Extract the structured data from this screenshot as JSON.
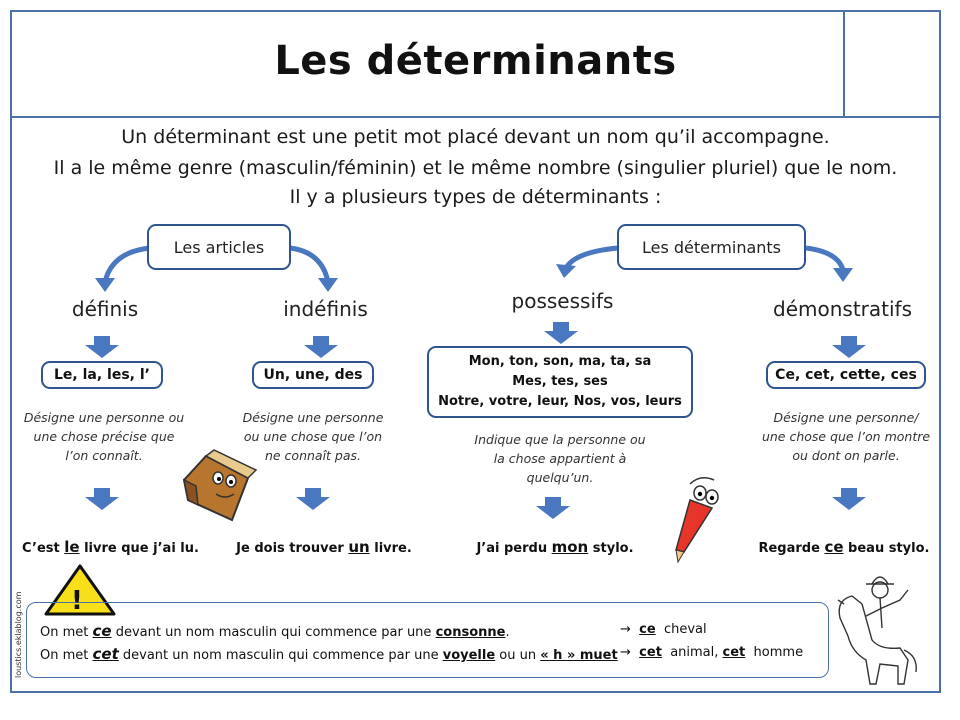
{
  "title": "Les déterminants",
  "intro": [
    "Un déterminant est une petit mot placé devant un nom qu’il accompagne.",
    "Il a le même genre (masculin/féminin) et le même nombre (singulier pluriel) que le nom.",
    "Il y a plusieurs types de déterminants :"
  ],
  "groups": {
    "articles": "Les articles",
    "determinants": "Les déterminants"
  },
  "categories": {
    "definis": {
      "label": "définis",
      "words": "Le, la, les, l’",
      "desc": [
        "Désigne une personne ou",
        "une chose précise que",
        "l’on connaît."
      ],
      "example": {
        "before": "C’est ",
        "key": "le",
        "after": " livre que j’ai lu."
      }
    },
    "indefinis": {
      "label": "indéfinis",
      "words": "Un, une, des",
      "desc": [
        "Désigne une personne",
        "ou une chose que l’on",
        "ne connaît pas."
      ],
      "example": {
        "before": "Je dois trouver ",
        "key": "un",
        "after": " livre."
      }
    },
    "possessifs": {
      "label": "possessifs",
      "words": [
        "Mon, ton, son, ma, ta, sa",
        "Mes, tes, ses",
        "Notre, votre, leur, Nos, vos, leurs"
      ],
      "desc": [
        "Indique que la personne ou",
        "la chose appartient à",
        "quelqu’un."
      ],
      "example": {
        "before": "J’ai perdu ",
        "key": "mon",
        "after": " stylo."
      }
    },
    "demonstratifs": {
      "label": "démonstratifs",
      "words": "Ce, cet, cette, ces",
      "desc": [
        "Désigne une personne/",
        "une chose que l’on montre",
        "ou dont on parle."
      ],
      "example": {
        "before": "Regarde ",
        "key": "ce",
        "after": " beau stylo."
      }
    }
  },
  "note": {
    "line1": {
      "a": "On met ",
      "w": "ce",
      "b": " devant un nom masculin qui commence par une ",
      "k": "consonne",
      "c": ".",
      "arrow": "→",
      "r1": "ce",
      "r2": "cheval"
    },
    "line2": {
      "a": "On met ",
      "w": "cet",
      "b": " devant un nom masculin qui commence par une ",
      "k": "voyelle",
      "c": " ou un ",
      "k2": "« h » muet",
      "arrow": "→",
      "r1": "cet",
      "r2": "animal,",
      "r3": "cet",
      "r4": "homme"
    }
  },
  "warning_symbol": "!",
  "credit": "loustics.eklablog.com",
  "colors": {
    "frame": "#4a72a8",
    "box_border": "#2f5590",
    "arrow": "#4a78c0",
    "warning": "#f7e01a"
  }
}
